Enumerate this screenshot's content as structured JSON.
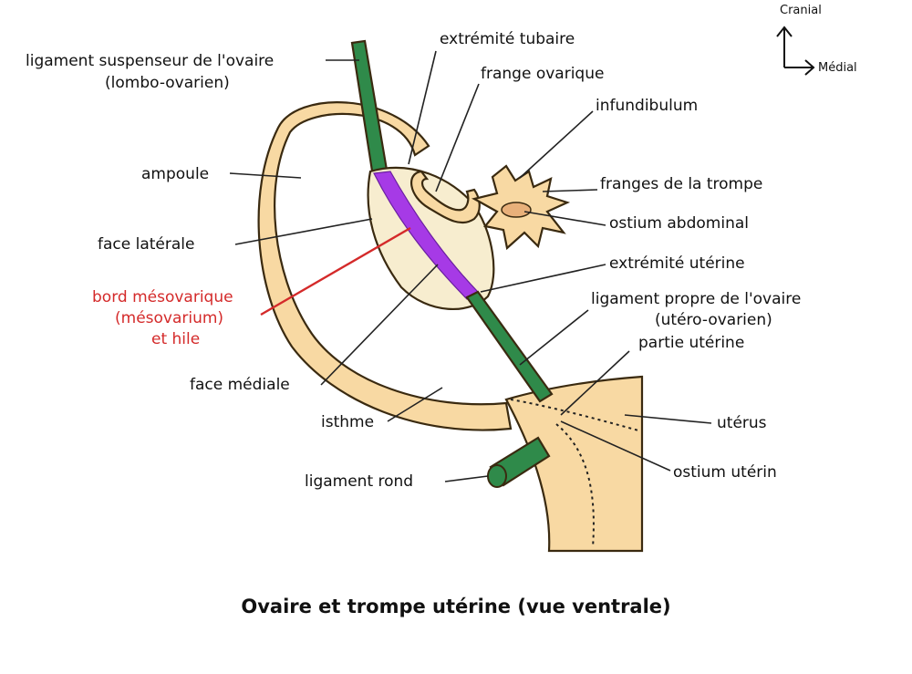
{
  "title": "Ovaire et trompe utérine (vue ventrale)",
  "orientation": {
    "up": "Cranial",
    "right": "Médial"
  },
  "labels": {
    "ligament_suspenseur_1": "ligament suspenseur de l'ovaire",
    "ligament_suspenseur_2": "(lombo-ovarien)",
    "extremite_tubaire": "extrémité tubaire",
    "frange_ovarique": "frange ovarique",
    "infundibulum": "infundibulum",
    "ampoule": "ampoule",
    "franges_trompe": "franges de la trompe",
    "ostium_abdominal": "ostium abdominal",
    "face_laterale": "face latérale",
    "extremite_uterine": "extrémité utérine",
    "bord_mesovarique_1": "bord mésovarique",
    "bord_mesovarique_2": "(mésovarium)",
    "bord_mesovarique_3": "et hile",
    "ligament_propre_1": "ligament propre de l'ovaire",
    "ligament_propre_2": "(utéro-ovarien)",
    "partie_uterine": "partie utérine",
    "face_mediale": "face médiale",
    "isthme": "isthme",
    "uterus": "utérus",
    "ostium_uterin": "ostium utérin",
    "ligament_rond": "ligament rond"
  },
  "colors": {
    "tube": "#f8d9a3",
    "ovary": "#f7edcf",
    "ligament": "#2f8a4a",
    "mesovarium": "#a63ae6",
    "highlight_text": "#d42a2a",
    "outline": "#3a2a10"
  }
}
